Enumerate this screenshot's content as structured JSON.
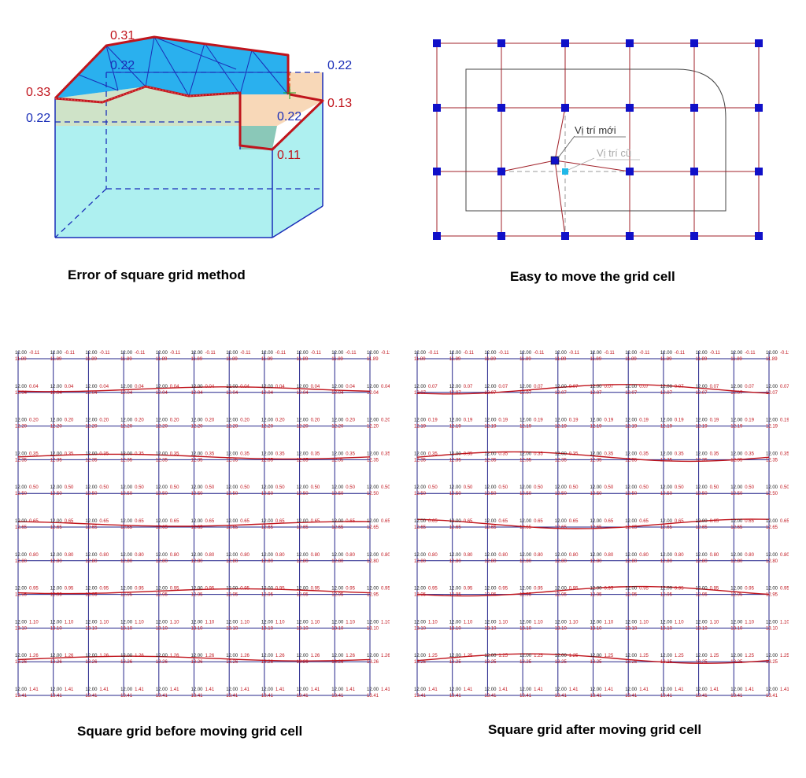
{
  "captions": {
    "top_left": "Error of square grid method",
    "top_right": "Easy to move the grid cell",
    "bottom_left": "Square grid before moving grid cell",
    "bottom_right": "Square grid after moving grid cell"
  },
  "box_diagram": {
    "labels_red": [
      "0.31",
      "0.33",
      "0.13",
      "0.11"
    ],
    "labels_blue": [
      "0.22",
      "0.22",
      "0.22",
      "0.22"
    ]
  },
  "move_diagram": {
    "new_position_label": "Vị trí mới",
    "old_position_label": "Vị trí cũ"
  },
  "grid_before": {
    "columns": 11,
    "top_left_values": [
      "12.00",
      "12.00",
      "12.00",
      "12.00",
      "12.00",
      "12.00",
      "12.00",
      "12.00",
      "12.00",
      "12.00",
      "12.00"
    ],
    "row_diffs": [
      "-0.11",
      "0.04",
      "0.20",
      "0.35",
      "0.50",
      "0.65",
      "0.80",
      "0.95",
      "1.10",
      "1.26",
      "1.41"
    ],
    "row_levels": [
      "11.89",
      "12.04",
      "12.20",
      "12.35",
      "12.50",
      "12.65",
      "12.80",
      "12.95",
      "13.10",
      "13.26",
      "13.41"
    ]
  },
  "grid_after": {
    "columns": 11,
    "row_diffs": [
      "-0.11",
      "0.07",
      "0.19",
      "0.35",
      "0.50",
      "0.65",
      "0.80",
      "0.95",
      "1.10",
      "1.25",
      "1.41"
    ],
    "row_levels": [
      "11.89",
      "12.07",
      "12.19",
      "12.35",
      "12.50",
      "12.65",
      "12.80",
      "12.95",
      "13.10",
      "13.25",
      "13.41"
    ]
  },
  "colors": {
    "red": "#c0141c",
    "blue": "#1a2eb8",
    "grid_blue": "#24248a",
    "cyan_fill": "#aef0f0",
    "node_blue": "#1010c8"
  }
}
